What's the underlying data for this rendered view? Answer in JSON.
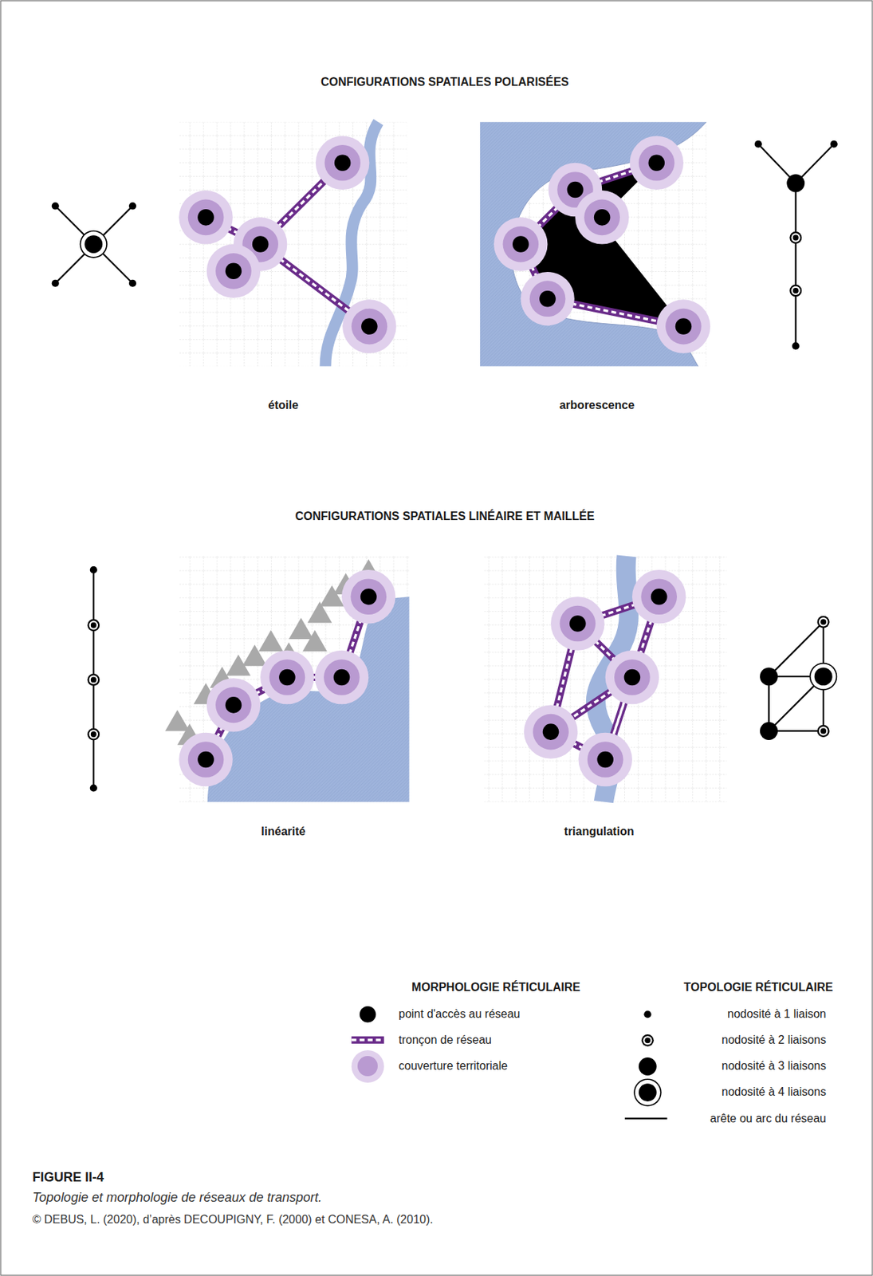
{
  "diagram": {
    "title": "FIGURE II-4",
    "caption": "Topologie et morphologie de réseaux de transport.",
    "labels": [
      "CONFIGURATIONS SPATIALES POLARISÉES",
      "étoile",
      "arborescence",
      "CONFIGURATIONS SPATIALES LINÉAIRE ET MAILLÉE",
      "linéarité",
      "triangulation",
      "MORPHOLOGIE RÉTICULAIRE",
      "TOPOLOGIE RÉTICULAIRE",
      "© DEBUS, L. (2020), d’après DECOUPIGNY, F. (2000) et CONESA, A. (2010)."
    ],
    "legend": [
      {
        "text": "point d'accès au réseau"
      },
      {
        "text": "tronçon de réseau"
      },
      {
        "text": "couverture territoriale",
        "color": "#b99ad1"
      },
      {
        "text": "nodosité à 1 liaison"
      },
      {
        "text": "nodosité à 2 liaisons"
      },
      {
        "text": "nodosité à 3 liaisons"
      },
      {
        "text": "nodosité à 4 liaisons"
      },
      {
        "text": "arête ou arc du réseau"
      }
    ]
  }
}
